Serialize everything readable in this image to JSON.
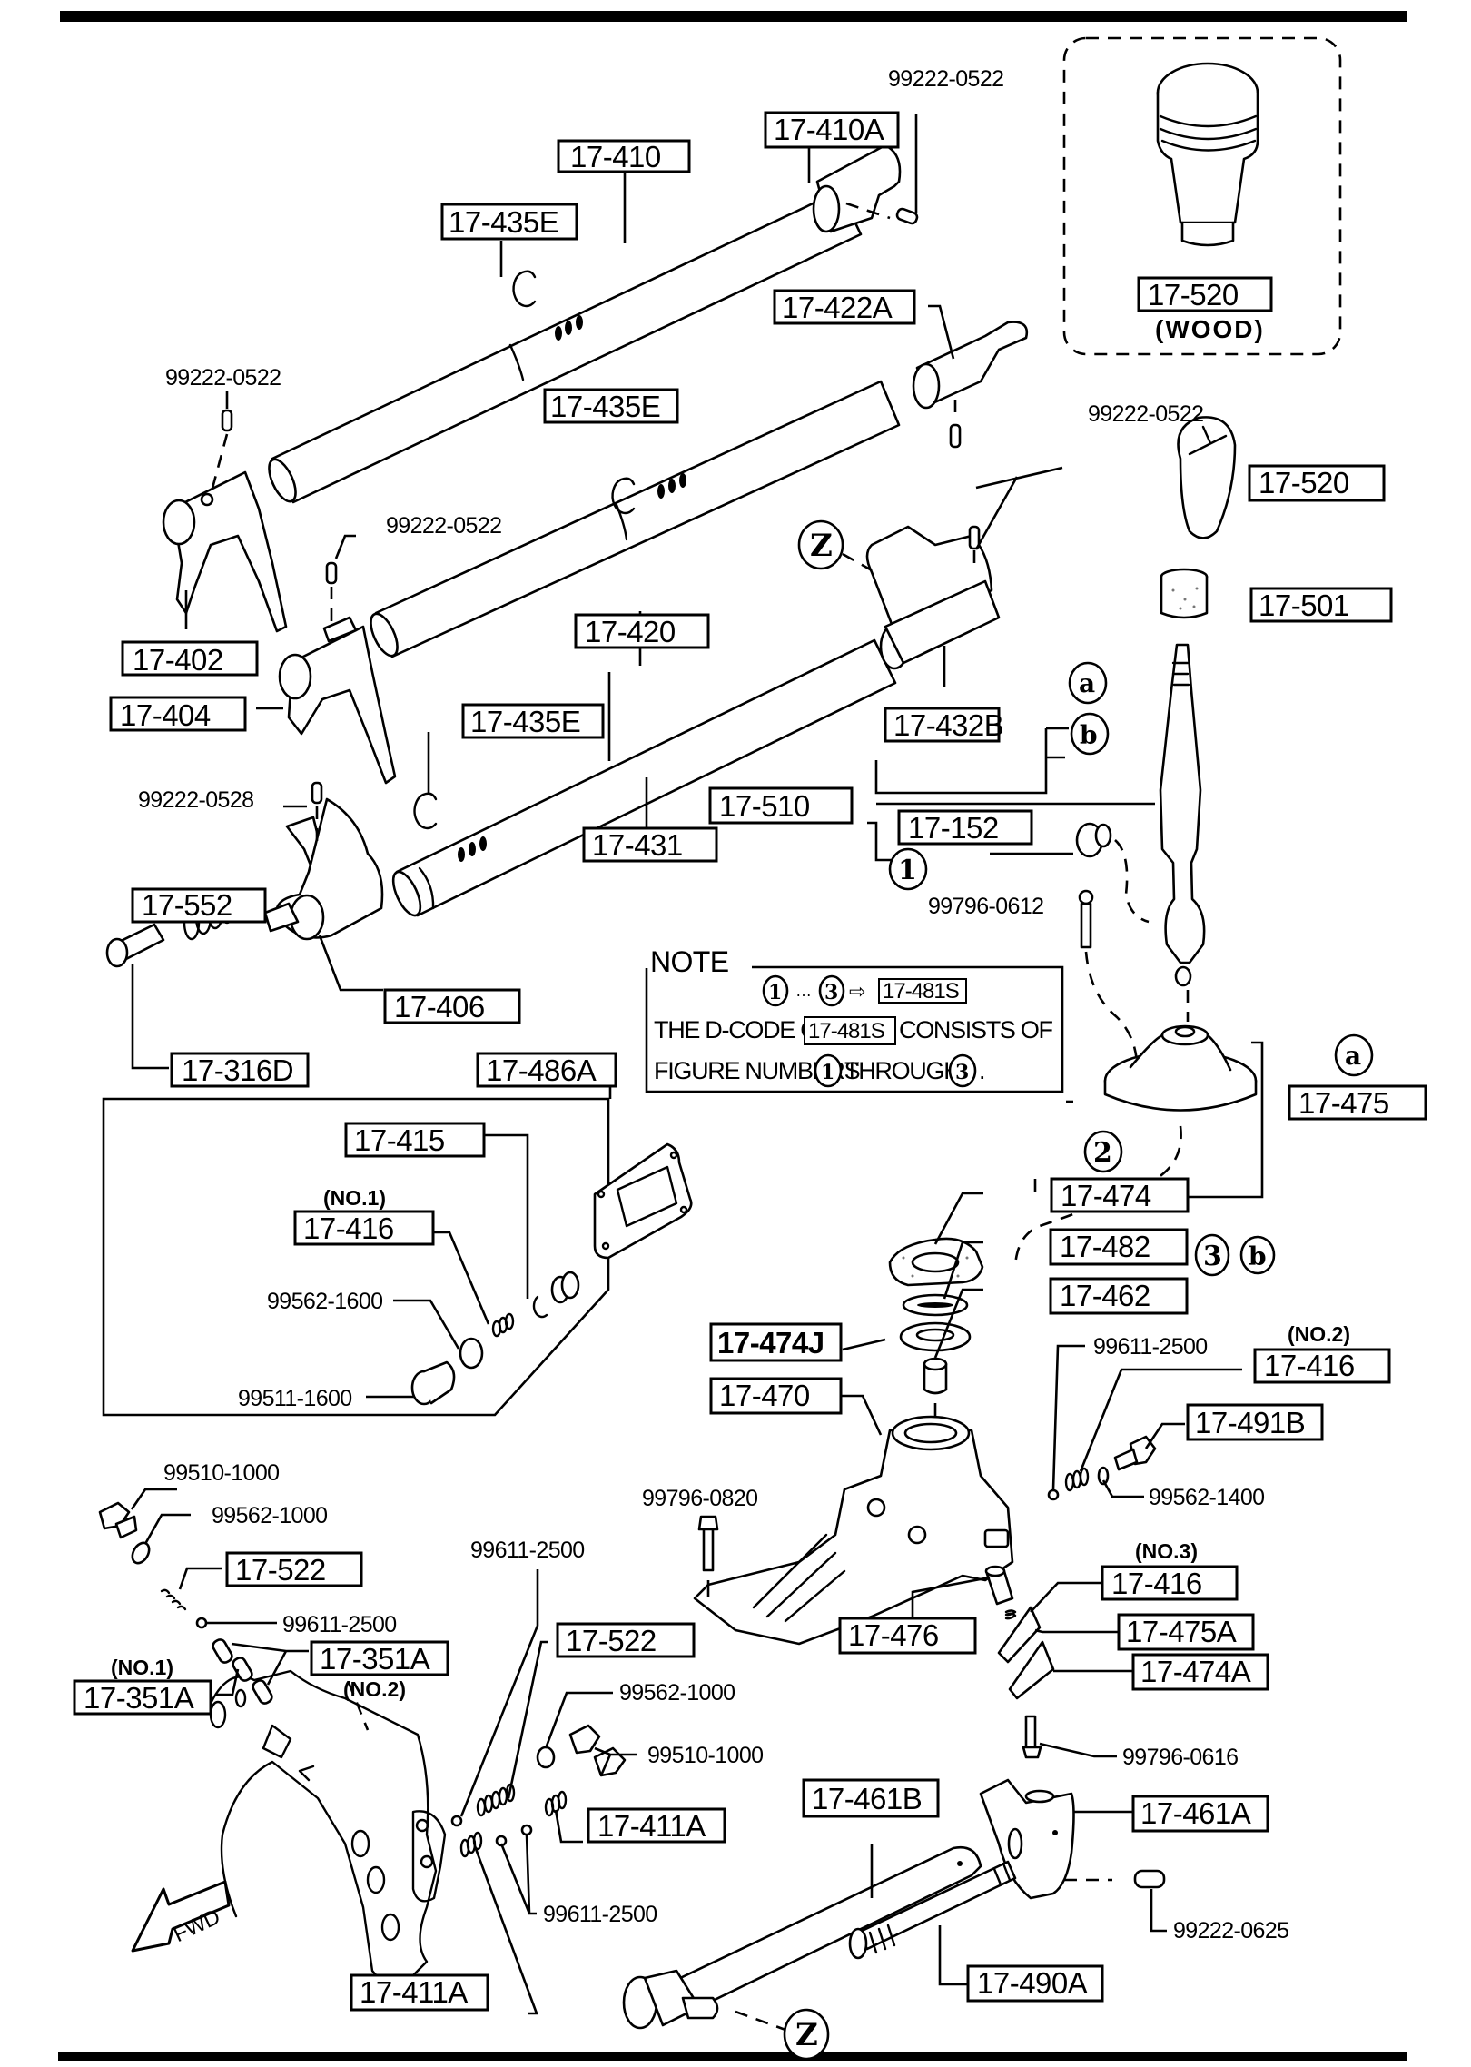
{
  "diagram": {
    "title": "Manual transmission shift control exploded parts diagram",
    "part_labels": {
      "p17_410": "17-410",
      "p17_410A": "17-410A",
      "p17_435E_top": "17-435E",
      "p17_435E_mid": "17-435E",
      "p17_435E_low": "17-435E",
      "p17_422A": "17-422A",
      "p17_402": "17-402",
      "p17_404": "17-404",
      "p17_420": "17-420",
      "p17_432B": "17-432B",
      "p17_431": "17-431",
      "p17_552": "17-552",
      "p17_406": "17-406",
      "p17_316D": "17-316D",
      "p17_510": "17-510",
      "p17_152": "17-152",
      "p17_520_wood": "17-520",
      "p17_520": "17-520",
      "p17_501": "17-501",
      "p17_486A": "17-486A",
      "p17_415": "17-415",
      "p17_416_no1": "17-416",
      "p17_475": "17-475",
      "p17_474": "17-474",
      "p17_482": "17-482",
      "p17_462": "17-462",
      "p17_474J": "17-474J",
      "p17_470": "17-470",
      "p17_416_no2": "17-416",
      "p17_491B": "17-491B",
      "p17_416_no3": "17-416",
      "p17_476": "17-476",
      "p17_475A": "17-475A",
      "p17_474A": "17-474A",
      "p17_522_left": "17-522",
      "p17_522_mid": "17-522",
      "p17_351A_no2": "17-351A",
      "p17_351A_no1": "17-351A",
      "p17_411A_right": "17-411A",
      "p17_411A_bottom": "17-411A",
      "p17_461B": "17-461B",
      "p17_461A": "17-461A",
      "p17_490A": "17-490A"
    },
    "bolt_labels": {
      "b99222_0522_top": "99222-0522",
      "b99222_0522_left": "99222-0522",
      "b99222_0522_right": "99222-0522",
      "b99222_0522_mid": "99222-0522",
      "b99222_0528": "99222-0528",
      "b99796_0612": "99796-0612",
      "b99562_1600": "99562-1600",
      "b99511_1600": "99511-1600",
      "b99611_2500_right": "99611-2500",
      "b99562_1400": "99562-1400",
      "b99796_0820": "99796-0820",
      "b99510_1000_left": "99510-1000",
      "b99562_1000_left": "99562-1000",
      "b99611_2500_left": "99611-2500",
      "b99611_2500_top": "99611-2500",
      "b99562_1000_mid": "99562-1000",
      "b99510_1000_mid": "99510-1000",
      "b99611_2500_bottom": "99611-2500",
      "b99796_0616": "99796-0616",
      "b99222_0625": "99222-0625"
    },
    "qualifiers": {
      "wood": "(WOOD)",
      "no1_416": "(NO.1)",
      "no2_416": "(NO.2)",
      "no3_416": "(NO.3)",
      "no1_351A": "(NO.1)",
      "no2_351A": "(NO.2)"
    },
    "reference_markers": {
      "z_top": "Z",
      "z_bottom": "Z",
      "a_top": "a",
      "b_top": "b",
      "a_right": "a",
      "b_right": "b",
      "fig1": "1",
      "fig2": "2",
      "fig3": "3"
    },
    "note": {
      "heading": "NOTE",
      "range_start": "1",
      "range_sep": "…",
      "range_end": "3",
      "arrow": "⇨",
      "dcode": "17-481S",
      "line1_pre": "THE D-CODE OF",
      "line1_code": "17-481S",
      "line1_post": "CONSISTS OF",
      "line2_pre": "FIGURE NUMBERS",
      "line2_num1": "1",
      "line2_mid": "THROUGH",
      "line2_num3": "3",
      "line2_end": "."
    },
    "direction_indicator": "FWD"
  }
}
